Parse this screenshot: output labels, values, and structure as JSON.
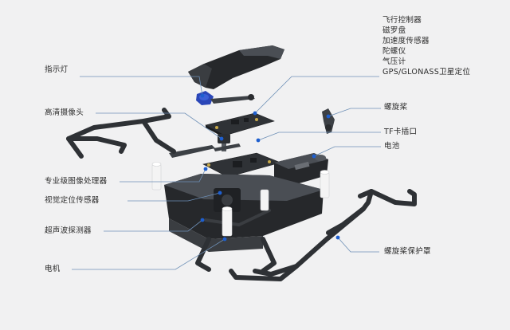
{
  "labels": {
    "flight_controller_group": [
      "飞行控制器",
      "磁罗盘",
      "加速度传感器",
      "陀螺仪",
      "气压计",
      "GPS/GLONASS卫星定位"
    ],
    "indicator_light": "指示灯",
    "hd_camera": "高清摄像头",
    "propeller": "螺旋桨",
    "tf_card_slot": "TF卡插口",
    "battery": "电池",
    "image_processor": "专业级图像处理器",
    "visual_positioning_sensor": "视觉定位传感器",
    "ultrasonic_detector": "超声波探测器",
    "motor": "电机",
    "propeller_guard": "螺旋桨保护罩"
  },
  "colors": {
    "background": "#f1f1f2",
    "leader_line": "#6d8fb6",
    "accent_blue": "#1e5fcf",
    "body_dark": "#26282b"
  }
}
